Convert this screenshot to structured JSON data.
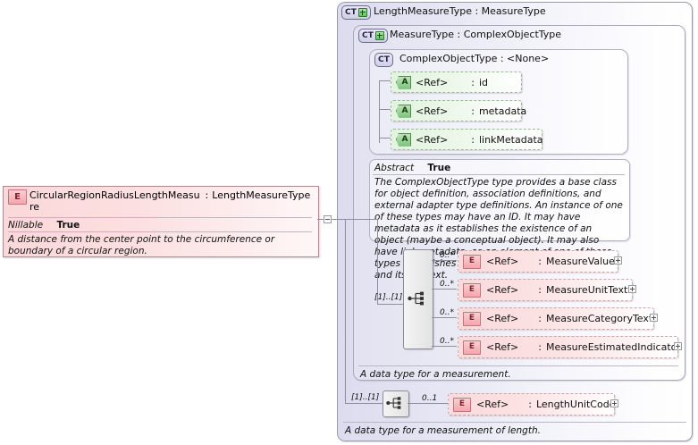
{
  "diagram": {
    "kind": "xsd-schema-diagram",
    "left_element": {
      "icon": "element-icon",
      "icon_label": "E",
      "name": "CircularRegionRadiusLengthMeasu",
      "name_wrap": "re",
      "type_separator": ":",
      "type": "LengthMeasureType",
      "property_key": "Nillable",
      "property_value": "True",
      "documentation": "A distance from the center point to the circumference or boundary of a circular region.",
      "expander": "minus-expander"
    },
    "containers": {
      "outer": {
        "badge": "CT",
        "badge_plus": "+",
        "title": "LengthMeasureType : MeasureType",
        "name": "LengthMeasureType",
        "base": "MeasureType",
        "documentation": "A data type for a measurement of length."
      },
      "middle": {
        "badge": "CT",
        "badge_plus": "+",
        "title": "MeasureType : ComplexObjectType",
        "name": "MeasureType",
        "base": "ComplexObjectType",
        "documentation": "A data type for a measurement."
      },
      "inner": {
        "badge": "CT",
        "title": "ComplexObjectType : <None>",
        "name": "ComplexObjectType",
        "base": "<None>",
        "abstract_key": "Abstract",
        "abstract_value": "True",
        "documentation": "The ComplexObjectType type provides a base class for object definition, association definitions, and external adapter type definitions. An instance of one of these types may have an ID. It may have metadata as it establishes the existence of an object (maybe a conceptual object). It may also have link metadata, as an element of one of these types establishes a relationship between its value and its context."
      }
    },
    "attributes": [
      {
        "icon": "attribute-icon",
        "icon_label": "A",
        "ref": "<Ref>",
        "sep": ":",
        "name": "id"
      },
      {
        "icon": "attribute-icon",
        "icon_label": "A",
        "ref": "<Ref>",
        "sep": ":",
        "name": "metadata"
      },
      {
        "icon": "attribute-icon",
        "icon_label": "A",
        "ref": "<Ref>",
        "sep": ":",
        "name": "linkMetadata"
      }
    ],
    "measure_sequence": {
      "node": "sequence-node",
      "cardinality": "[1]..[1]"
    },
    "measure_elements": [
      {
        "icon": "element-icon",
        "icon_label": "E",
        "ref": "<Ref>",
        "sep": ":",
        "name": "MeasureValue",
        "cardinality": "0..*",
        "expander": "plus-expander"
      },
      {
        "icon": "element-icon",
        "icon_label": "E",
        "ref": "<Ref>",
        "sep": ":",
        "name": "MeasureUnitText",
        "cardinality": "0..*",
        "expander": "plus-expander"
      },
      {
        "icon": "element-icon",
        "icon_label": "E",
        "ref": "<Ref>",
        "sep": ":",
        "name": "MeasureCategoryText",
        "cardinality": "0..*",
        "expander": "plus-expander"
      },
      {
        "icon": "element-icon",
        "icon_label": "E",
        "ref": "<Ref>",
        "sep": ":",
        "name": "MeasureEstimatedIndicator",
        "cardinality": "0..*",
        "expander": "plus-expander"
      }
    ],
    "length_sequence": {
      "node": "sequence-node",
      "cardinality": "[1]..[1]"
    },
    "length_elements": [
      {
        "icon": "element-icon",
        "icon_label": "E",
        "ref": "<Ref>",
        "sep": ":",
        "name": "LengthUnitCode",
        "cardinality": "0..1",
        "expander": "plus-expander"
      }
    ],
    "colors": {
      "element_fill": "#fadadc",
      "element_icon": "#f3a6ac",
      "attribute_fill": "#e3f3e0",
      "attribute_icon": "#7dc57c",
      "container_fill": "#dcdcef",
      "line": "#8e8e9e"
    }
  }
}
